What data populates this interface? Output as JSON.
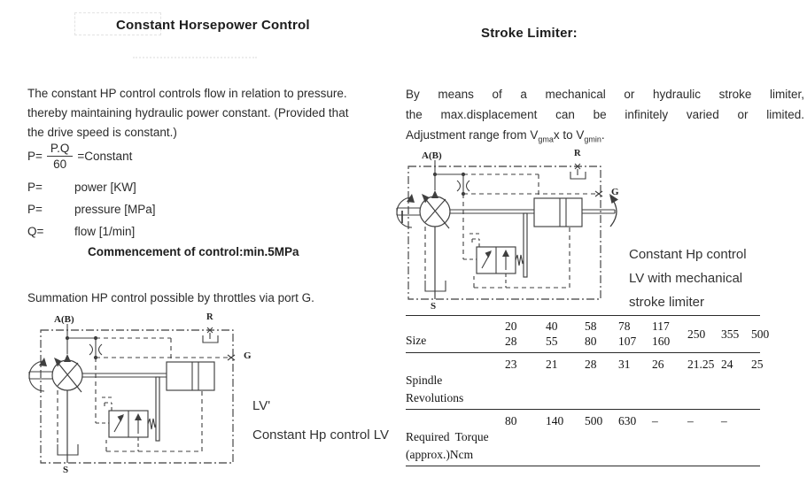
{
  "left": {
    "title": "Constant Horsepower Control",
    "para_lines": [
      "The constant HP control controls flow in relation to pressure.",
      "thereby maintaining hydraulic power constant. (Provided that",
      "the drive speed is constant.)"
    ],
    "formula": {
      "lhs": "P=",
      "num": "P.Q",
      "den": "60",
      "rhs": "=Constant"
    },
    "defs": [
      {
        "sym": "P=",
        "text": "power [KW]"
      },
      {
        "sym": "P=",
        "text": "pressure [MPa]"
      },
      {
        "sym": "Q=",
        "text": "flow [1/min]"
      }
    ],
    "commencement": "Commencement of control:min.5MPa",
    "summation": "Summation HP control possible by throttles via port G.",
    "diagram_labels": {
      "ab": "A(B)",
      "r": "R",
      "g": "G",
      "s": "S"
    },
    "captions": {
      "line1": "LV'",
      "line2": "Constant Hp control LV"
    }
  },
  "right": {
    "title": "Stroke Limiter:",
    "para_lines": [
      "By means of a mechanical or hydraulic stroke limiter,",
      "the max.displacement can be infinitely varied or limited."
    ],
    "adjustment": {
      "prefix": "Adjustment range from V",
      "sub1": "gma",
      "mid": "x to V",
      "sub2": "gmin",
      "suffix": "."
    },
    "diagram_labels": {
      "ab": "A(B)",
      "r": "R",
      "g": "G",
      "s": "S"
    },
    "caption_lines": [
      "Constant Hp control",
      "LV with mechanical",
      "stroke limiter"
    ],
    "table": {
      "size_label": "Size",
      "size_top": [
        "20",
        "40",
        "58",
        "78",
        "117"
      ],
      "size_bottom": [
        "28",
        "55",
        "80",
        "107",
        "160"
      ],
      "size_single": [
        "250",
        "355",
        "500"
      ],
      "spindle_values": [
        "23",
        "21",
        "28",
        "31",
        "26",
        "21.25",
        "24",
        "25"
      ],
      "spindle_label_lines": [
        "Spindle",
        "Revolutions"
      ],
      "torque_values": [
        "80",
        "140",
        "500",
        "630",
        "–",
        "–",
        "–"
      ],
      "torque_label_lines": [
        "Required Torque",
        "(approx.)Ncm"
      ]
    }
  }
}
